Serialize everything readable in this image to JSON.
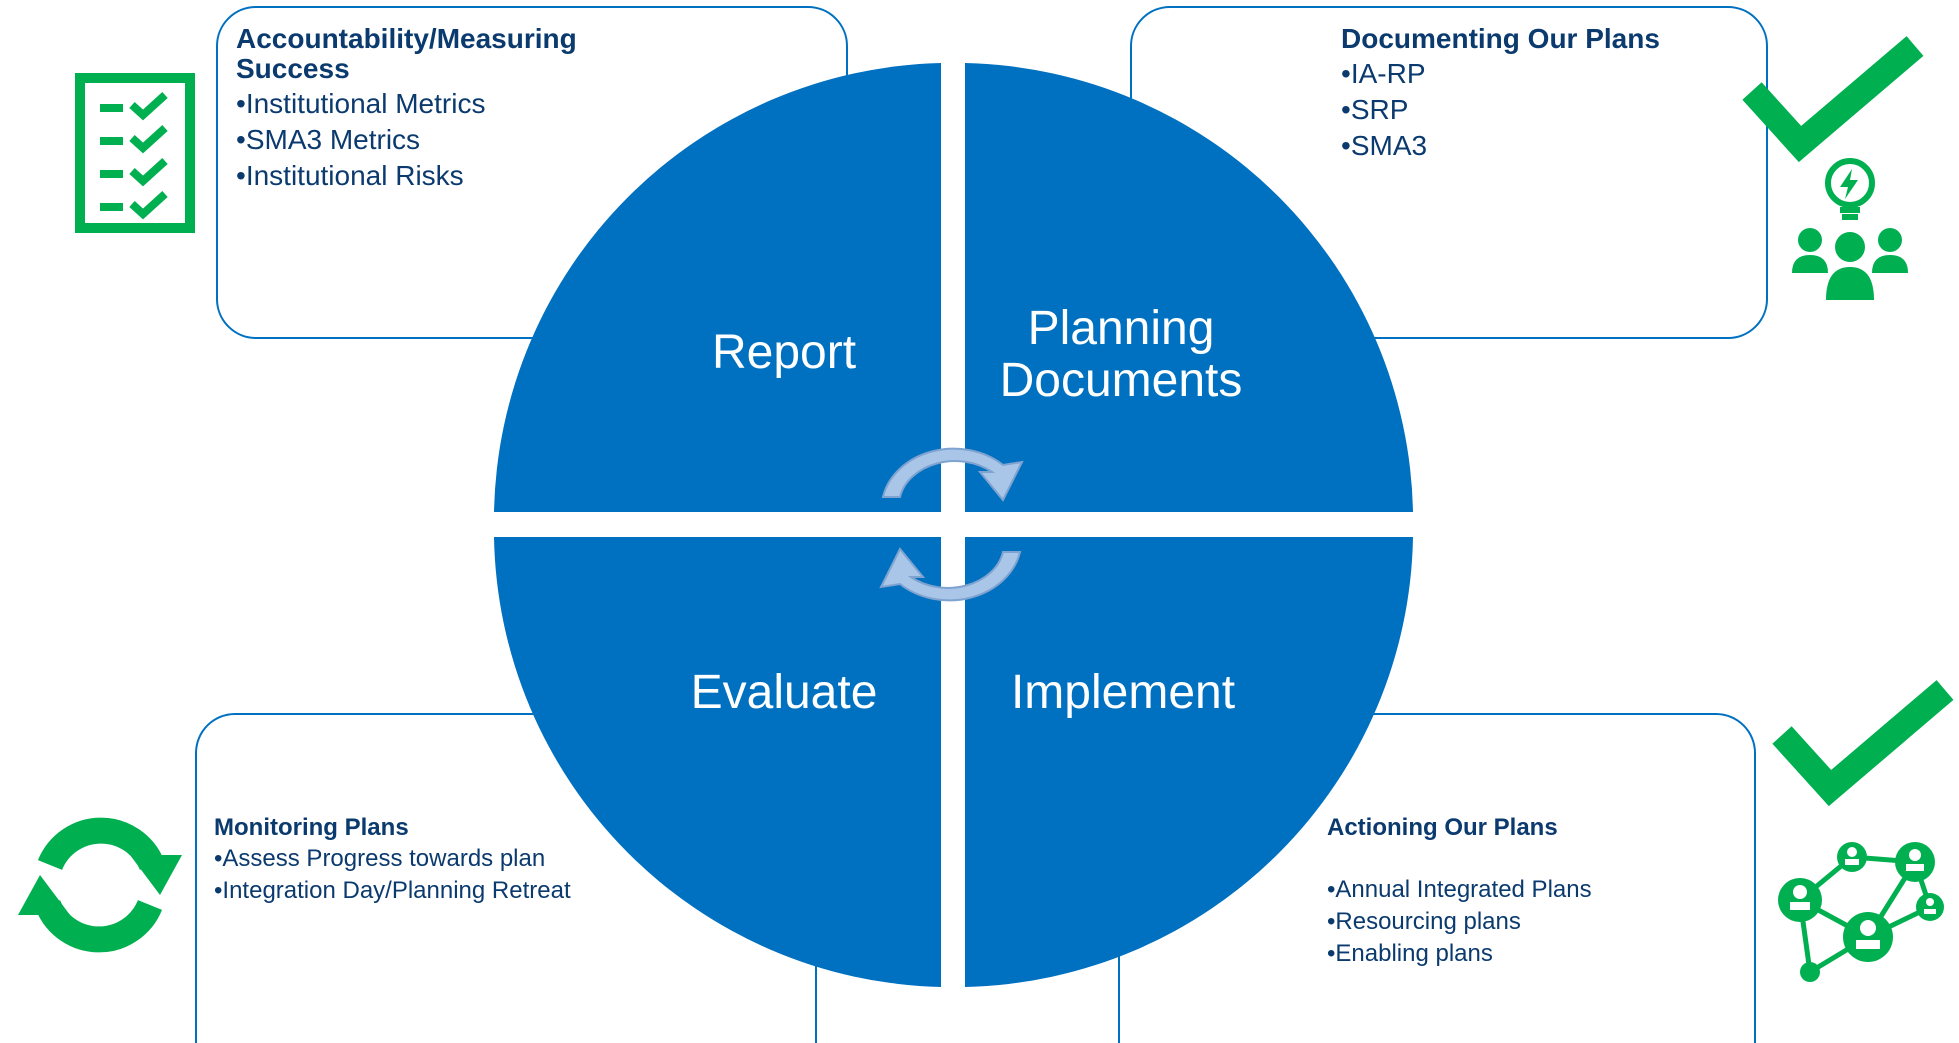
{
  "colors": {
    "quadrant_fill": "#0070c0",
    "box_border": "#0070c0",
    "heading_text": "#0b3a6e",
    "icon_green": "#00b050",
    "cycle_arrow_fill": "#a9c6e8"
  },
  "quadrants": {
    "report": "Report",
    "planning": "Planning\nDocuments",
    "evaluate": "Evaluate",
    "implement": "Implement"
  },
  "boxes": {
    "accountability": {
      "title": "Accountability/Measuring\n Success",
      "items": [
        "Institutional Metrics",
        "SMA3 Metrics",
        "Institutional Risks"
      ],
      "icon": "checklist-icon"
    },
    "documenting": {
      "title": "Documenting Our Plans",
      "items": [
        "IA-RP",
        "SRP",
        "SMA3"
      ],
      "icons": [
        "checkmark-icon",
        "team-idea-icon"
      ]
    },
    "monitoring": {
      "title": "Monitoring Plans",
      "items": [
        "Assess Progress towards plan",
        "Integration Day/Planning Retreat"
      ],
      "icon": "refresh-icon"
    },
    "actioning": {
      "title": "Actioning Our Plans",
      "items": [
        "Annual Integrated Plans",
        "Resourcing plans",
        "Enabling plans"
      ],
      "icons": [
        "checkmark-icon",
        "network-icon"
      ]
    }
  },
  "center_icon": "cycle-arrows-icon"
}
